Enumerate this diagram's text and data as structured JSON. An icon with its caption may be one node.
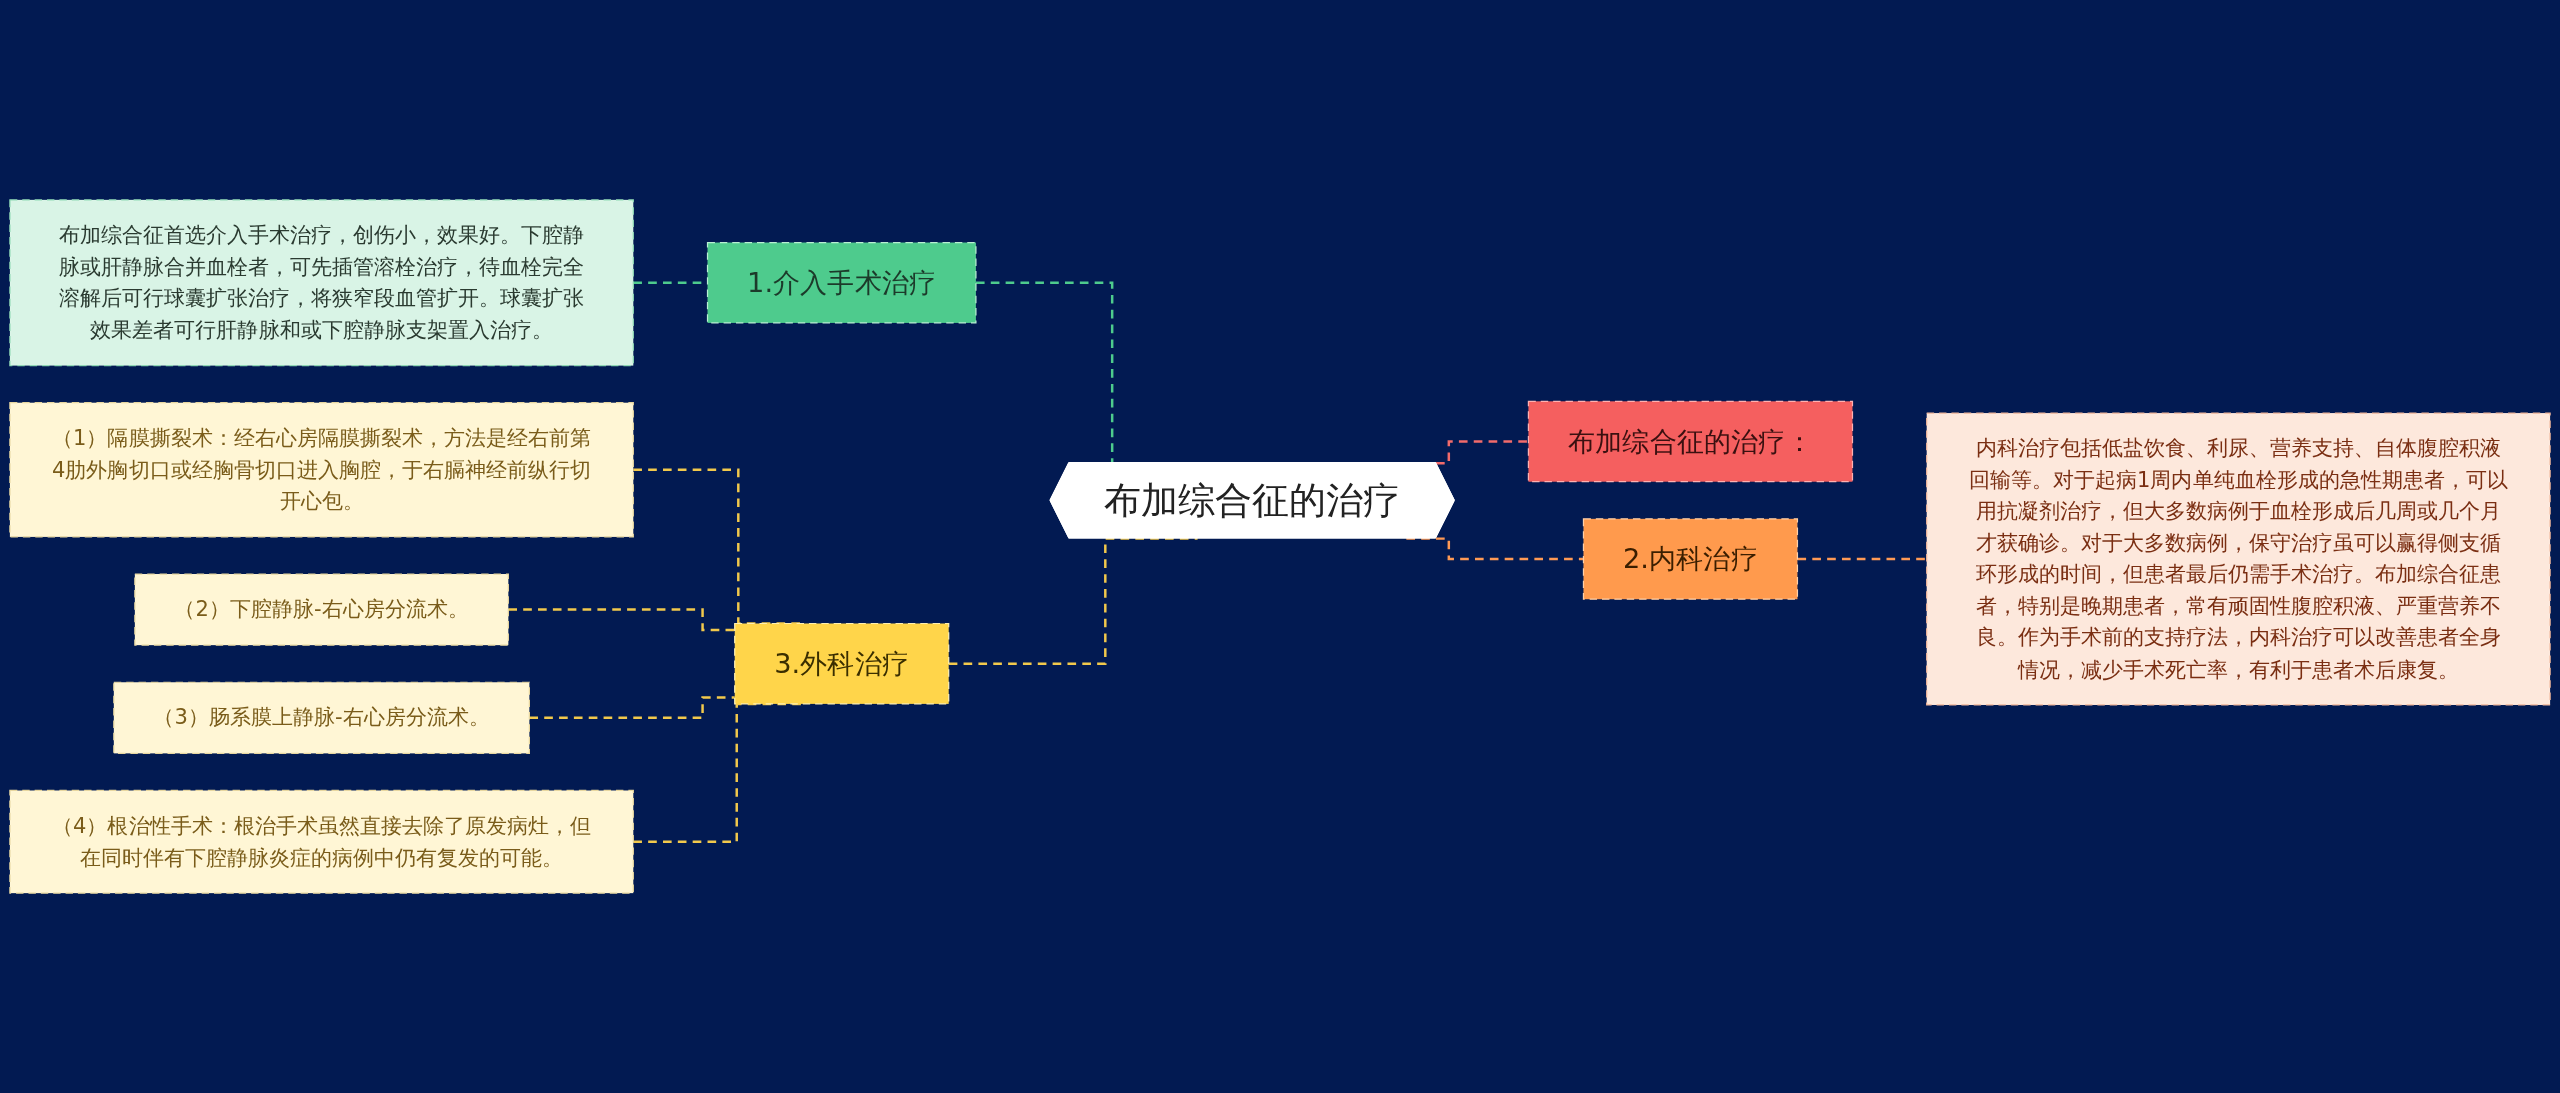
{
  "diagram": {
    "nodes": [
      {
        "text": [
          "布加综合征的治疗"
        ]
      },
      {
        "text": [
          "1.介入手术治疗"
        ]
      },
      {
        "text": [
          "布加综合征首选介入手术治疗，创伤小，效果好。下腔静脉或肝静脉合并血栓者，可先插管溶栓治疗，待血栓完全溶解后可行球囊扩张治疗，将狭窄段血管扩开。球囊扩张效果差者可行肝静脉和或下腔静脉支架置入治疗。"
        ]
      },
      {
        "text": [
          "3.外科治疗"
        ]
      },
      {
        "text": [
          "（1）隔膜撕裂术：经右心房隔膜撕裂术，方法是经右前第4肋外胸切口或经胸骨切口进入胸腔，于右膈神经前纵行切开心包。"
        ]
      },
      {
        "text": [
          "（2）下腔静脉-右心房分流术。"
        ]
      },
      {
        "text": [
          "（3）肠系膜上静脉-右心房分流术。"
        ]
      },
      {
        "text": [
          "（4）根治性手术：根治手术虽然直接去除了原发病灶，但在同时伴有下腔静脉炎症的病例中仍有复发的可能。"
        ]
      },
      {
        "text": [
          "布加综合征的治疗："
        ]
      },
      {
        "text": [
          "2.内科治疗"
        ]
      },
      {
        "text": [
          "内科治疗包括低盐饮食、利尿、营养支持、自体腹腔积液回输等。对于起病1周内单纯血栓形成的急性期患者，可以用抗凝剂治疗，但大多数病例于血栓形成后几周或几个月才获确诊。对于大多数病例，保守治疗虽可以赢得侧支循环形成的时间，但患者最后仍需手术治疗。布加综合征患者，特别是晚期患者，常有顽固性腹腔积液、严重营养不良。作为手术前的支持疗法，内科治疗可以改善患者全身情况，减少手术死亡率，有利于患者术后康复。"
        ]
      }
    ],
    "edges": [
      {
        "from": 0,
        "to": 1,
        "arrow": "none",
        "style": "dashed",
        "color": "#4ecb8d"
      },
      {
        "from": 1,
        "to": 2,
        "arrow": "none",
        "style": "dashed",
        "color": "#4ecb8d"
      },
      {
        "from": 0,
        "to": 3,
        "arrow": "none",
        "style": "dashed"
      },
      {
        "from": 3,
        "to": 4,
        "arrow": "none",
        "style": "dashed"
      },
      {
        "from": 3,
        "to": 5,
        "arrow": "none",
        "style": "dashed"
      },
      {
        "from": 3,
        "to": 6,
        "arrow": "none",
        "style": "dashed"
      },
      {
        "from": 3,
        "to": 7,
        "arrow": "none",
        "style": "dashed"
      },
      {
        "from": 0,
        "to": 8,
        "arrow": "none",
        "style": "dashed",
        "color": "#f26b6b"
      },
      {
        "from": 0,
        "to": 9,
        "arrow": "none",
        "style": "dashed",
        "color": "#ff9a55"
      },
      {
        "from": 9,
        "to": 10,
        "arrow": "none",
        "style": "dashed",
        "color": "#ff9a55"
      }
    ]
  }
}
